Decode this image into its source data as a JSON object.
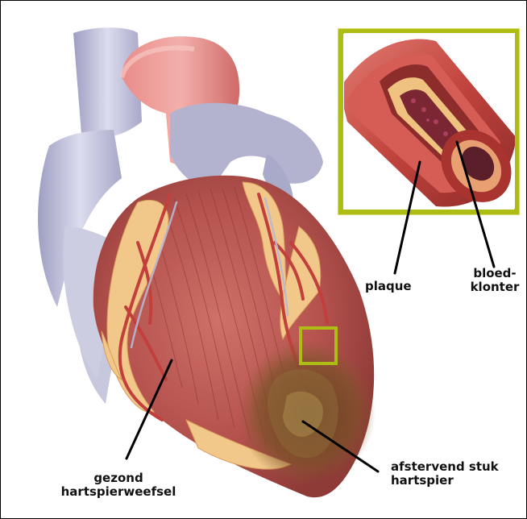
{
  "labels": {
    "plaque": "plaque",
    "clot_line1": "bloed-",
    "clot_line2": "klonter",
    "healthy_line1": "gezond",
    "healthy_line2": "hartspierweefsel",
    "dying_line1": "afstervend stuk",
    "dying_line2": "hartspier"
  },
  "colors": {
    "inset_frame": "#aebd14",
    "highlight_box": "#aebd14",
    "muscle": "#b5524e",
    "fat": "#f1c88a",
    "vessel": "#c84a48",
    "vein": "#b8b8d2",
    "necrotic": "#6e4a26",
    "leader": "#000000"
  }
}
